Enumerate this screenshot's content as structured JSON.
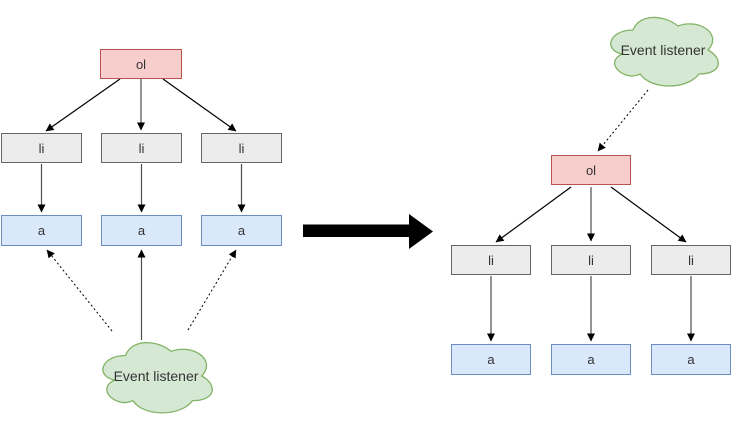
{
  "colors": {
    "ol_fill": "#f8cecc",
    "ol_border": "#b85450",
    "li_fill": "#ececec",
    "li_border": "#666666",
    "a_fill": "#dae8fc",
    "a_border": "#6c8ebf",
    "cloud_fill": "#d5e8d4",
    "cloud_border": "#82b366",
    "edge": "#000000",
    "edge_soft": "#4d4d4d",
    "transform_arrow": "#000000"
  },
  "before": {
    "root_label": "ol",
    "items": [
      "li",
      "li",
      "li"
    ],
    "links": [
      "a",
      "a",
      "a"
    ],
    "listener_label": "Event listener"
  },
  "after": {
    "root_label": "ol",
    "items": [
      "li",
      "li",
      "li"
    ],
    "links": [
      "a",
      "a",
      "a"
    ],
    "listener_label": "Event listener"
  }
}
